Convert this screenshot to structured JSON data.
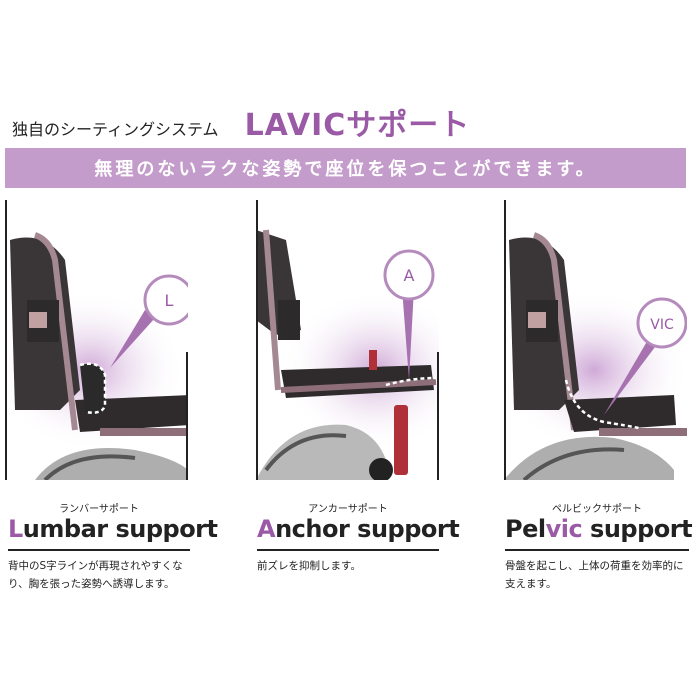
{
  "header": {
    "subtitle": "独自のシーティングシステム",
    "title": "LAVICサポート"
  },
  "banner": {
    "text": "無理のないラクな姿勢で座位を保つことができます。"
  },
  "colors": {
    "accent": "#9a5aa6",
    "banner": "#c49ccb",
    "frame": "#222222"
  },
  "features": [
    {
      "badge": "L",
      "label_jp": "ランバーサポート",
      "label_en_hl": "L",
      "label_en_rest": "umbar support",
      "description": "背中のS字ラインが再現されやすくなり、胸を張った姿勢へ誘導します。"
    },
    {
      "badge": "A",
      "label_jp": "アンカーサポート",
      "label_en_hl": "A",
      "label_en_rest": "nchor support",
      "description": "前ズレを抑制します。"
    },
    {
      "badge": "VIC",
      "label_jp": "ペルビックサポート",
      "label_en_pre": "Pel",
      "label_en_hl": "vic",
      "label_en_rest": " support",
      "description": "骨盤を起こし、上体の荷重を効率的に支えます。"
    }
  ]
}
